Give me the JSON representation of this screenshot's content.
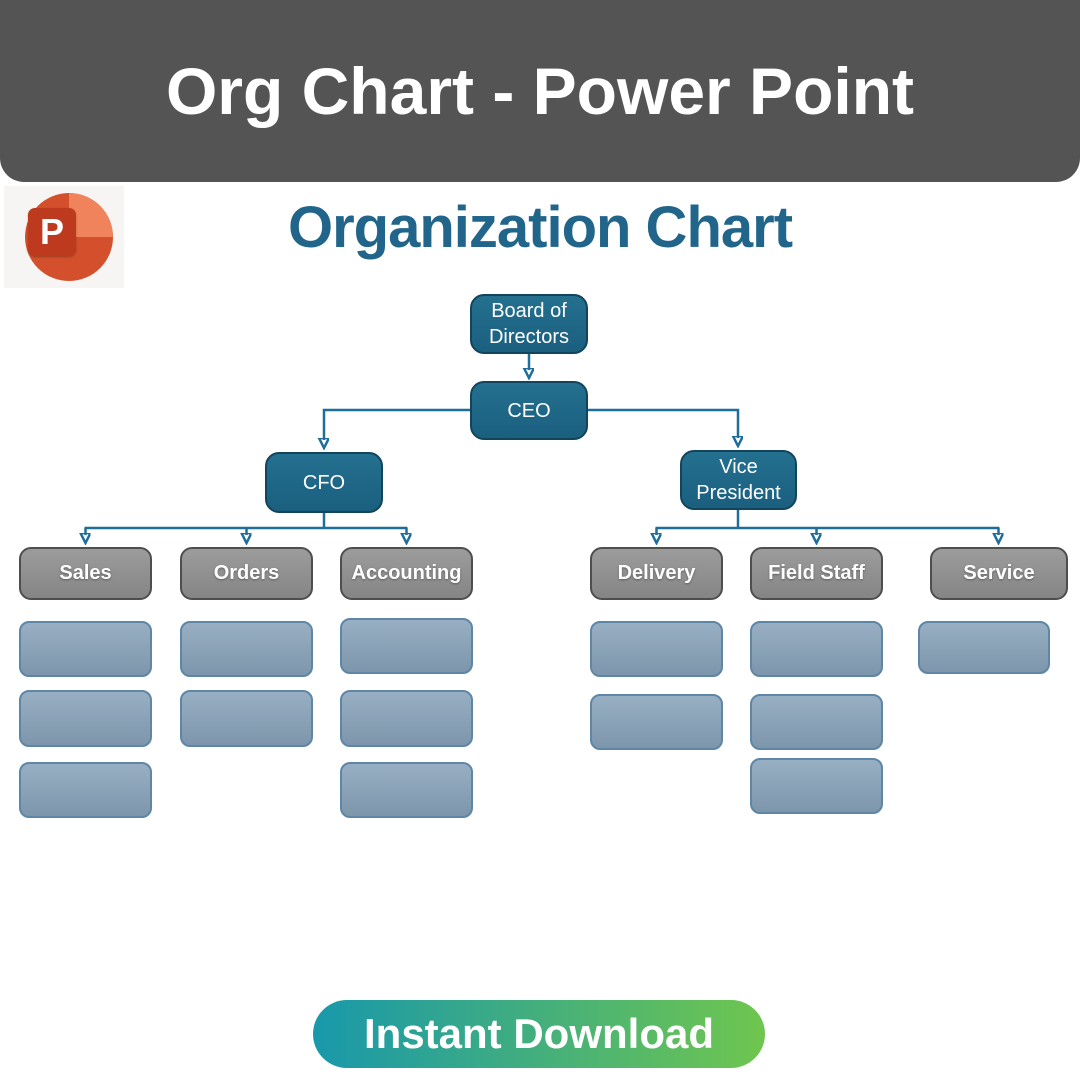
{
  "banner": {
    "title": "Org Chart - Power Point",
    "background": "#545454"
  },
  "logo": {
    "app": "PowerPoint",
    "letter": "P",
    "brand_colors": [
      "#d4502c",
      "#f0835c",
      "#be3a1e"
    ]
  },
  "heading": {
    "title": "Organization Chart",
    "color": "#21658a"
  },
  "chart_data": {
    "type": "org-chart",
    "level1": "Board of Directors",
    "level2": "CEO",
    "level3": {
      "left": "CFO",
      "right": "Vice President"
    },
    "cfo_departments": [
      "Sales",
      "Orders",
      "Accounting"
    ],
    "vp_departments": [
      "Delivery",
      "Field Staff",
      "Service"
    ],
    "empty_slots_per_department": {
      "Sales": 3,
      "Orders": 2,
      "Accounting": 3,
      "Delivery": 2,
      "Field Staff": 3,
      "Service": 1
    },
    "node_color": "#1b5f7f",
    "department_color": "#8c8c8c",
    "slot_color": "#8ba4b9",
    "connector_color": "#1e6e99"
  },
  "cta": {
    "label": "Instant Download",
    "gradient_from": "#1898ab",
    "gradient_to": "#6fc64e"
  }
}
